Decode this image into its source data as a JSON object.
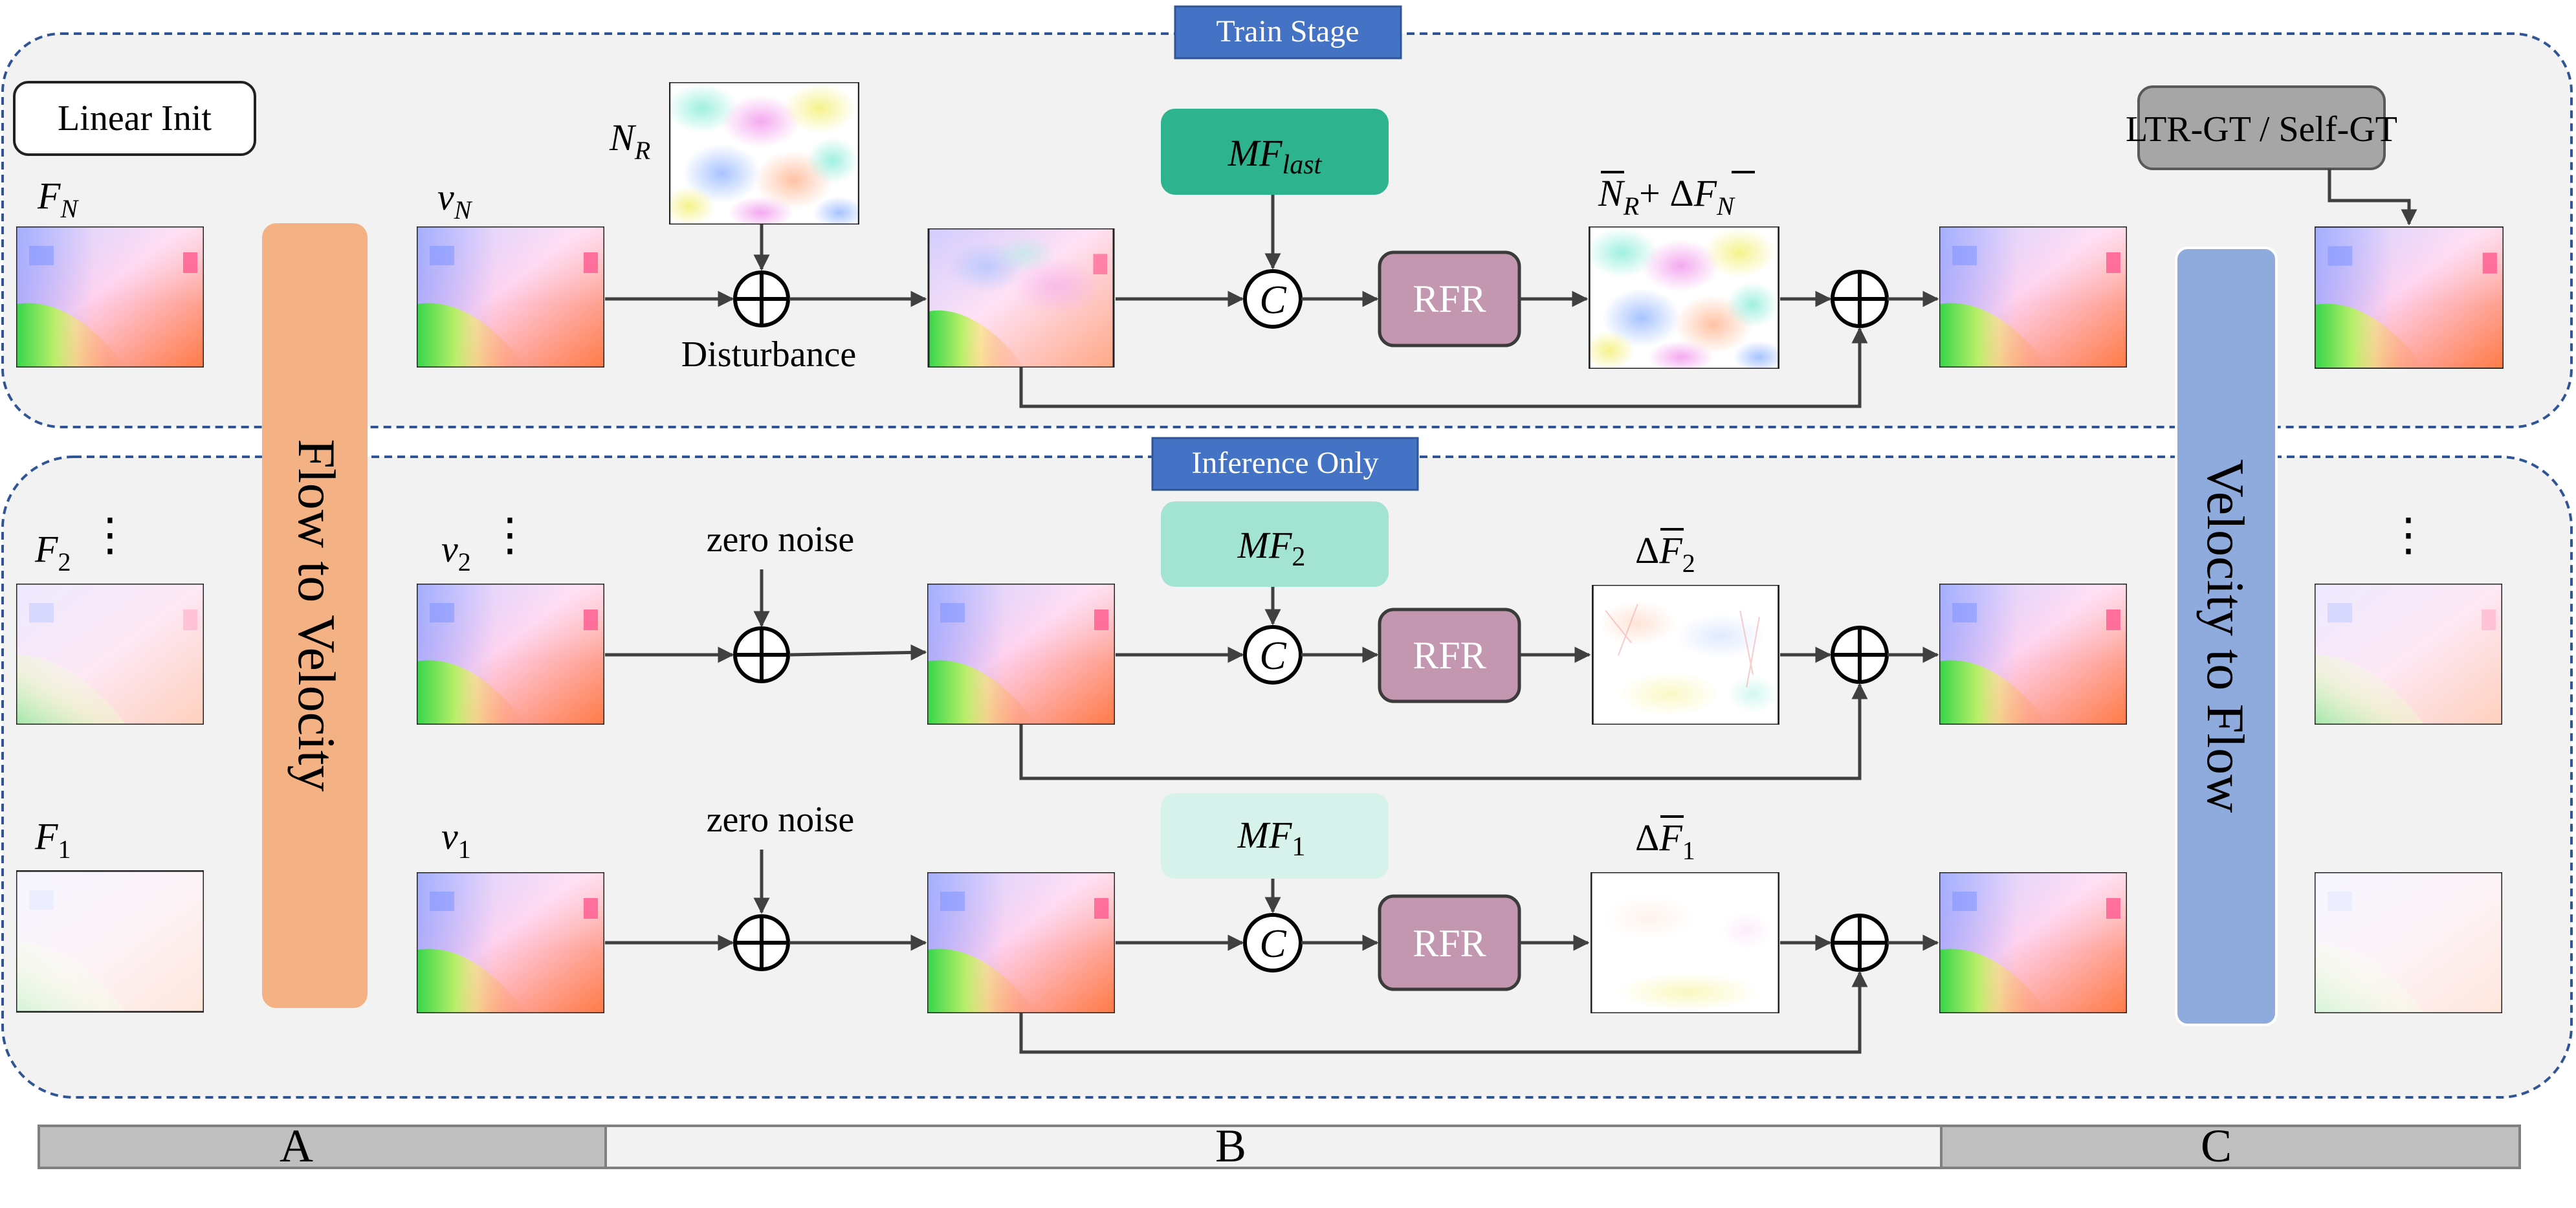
{
  "stages": {
    "train": "Train Stage",
    "inference": "Inference Only"
  },
  "colors": {
    "panel_bg": "#f2f2f2",
    "panel_border": "#2f5597",
    "stage_tag": "#4472c4",
    "flow_to_velocity": "#f4b183",
    "velocity_to_flow": "#8faadc",
    "rfr": "#c497b0",
    "rfr_border": "#3b3b3b",
    "mf_last": "#2db38e",
    "mf_2": "#a3e3d2",
    "mf_1": "#d6f2eb",
    "gt_box": "#a6a6a6",
    "arrow": "#404040",
    "bottom_a": "#bfbfbf",
    "bottom_b": "#f2f2f2",
    "bottom_c": "#bfbfbf"
  },
  "labels": {
    "linear_init": "Linear Init",
    "flow_to_velocity": "Flow to Velocity",
    "velocity_to_flow": "Velocity to Flow",
    "gt": "LTR-GT / Self-GT",
    "disturbance": "Disturbance",
    "zero_noise_2": "zero noise",
    "zero_noise_1": "zero noise",
    "rfr_top": "RFR",
    "rfr_mid": "RFR",
    "rfr_bot": "RFR",
    "concat_symbol": "C",
    "flows": {
      "fn_base": "F",
      "fn_sub": "N",
      "f2_base": "F",
      "f2_sub": "2",
      "f1_base": "F",
      "f1_sub": "1"
    },
    "velocities": {
      "vn_base": "v",
      "vn_sub": "N",
      "v2_base": "v",
      "v2_sub": "2",
      "v1_base": "v",
      "v1_sub": "1"
    },
    "noise": {
      "base": "N",
      "sub": "R"
    },
    "mf": {
      "last_base": "MF",
      "last_sub": "last",
      "two_base": "MF",
      "two_sub": "2",
      "one_base": "MF",
      "one_sub": "1"
    },
    "residuals": {
      "top_n": "N",
      "top_n_sub": "R",
      "top_plus": "+ Δ",
      "top_f": "F",
      "top_f_sub": "N",
      "mid_delta": "Δ",
      "mid_f": "F",
      "mid_sub": "2",
      "bot_delta": "Δ",
      "bot_f": "F",
      "bot_sub": "1"
    },
    "ellipsis": "⋮"
  },
  "sections": {
    "a": "A",
    "b": "B",
    "c": "C"
  }
}
